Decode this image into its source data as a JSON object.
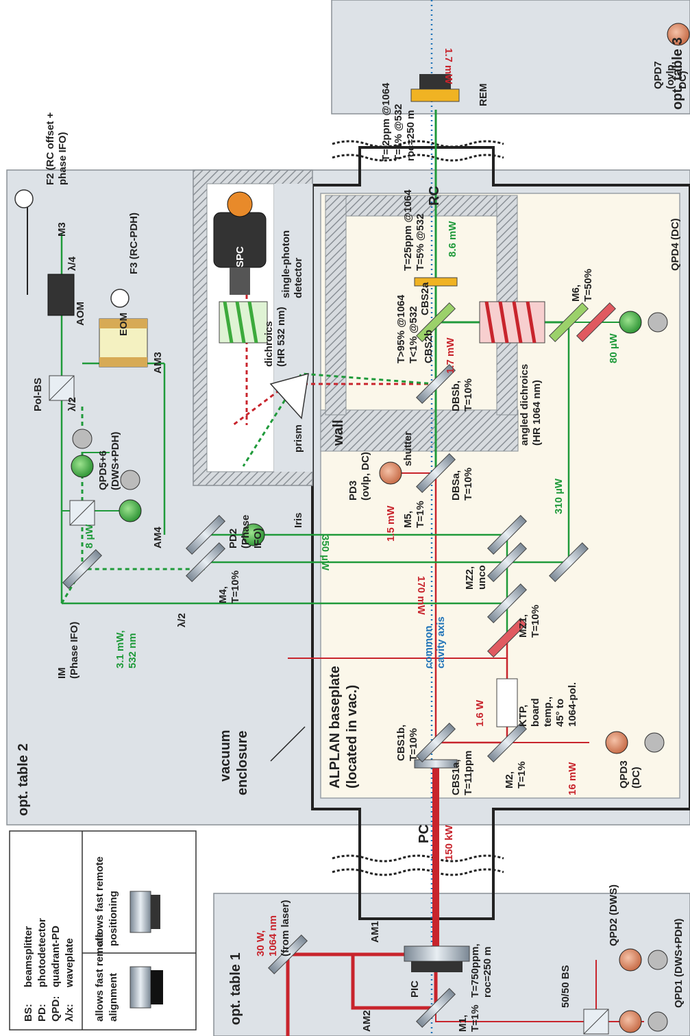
{
  "legend": {
    "abbrev": [
      {
        "key": "BS:",
        "value": "beamsplitter"
      },
      {
        "key": "PD:",
        "value": "photodetector"
      },
      {
        "key": "QPD:",
        "value": "quadrant-PD"
      },
      {
        "key": "λ/x:",
        "value": "waveplate"
      }
    ],
    "align_line1": "allows fast remote",
    "align_line2": "alignment",
    "pos_line1": "allows fast remote",
    "pos_line2": "positioning"
  },
  "tables": {
    "t1": "opt. table 1",
    "t2": "opt. table 2",
    "t3": "opt. table 3"
  },
  "vacuum": {
    "line1": "vacuum",
    "line2": "enclosure"
  },
  "baseplate": {
    "line1": "ALPLAN baseplate",
    "line2": "(located in vac.)"
  },
  "laser": {
    "p1": "30 W,",
    "p2": "1064 nm",
    "p3": "(from laser)"
  },
  "cavity": {
    "pc": "PC",
    "rc": "RC",
    "pc_power": "150 kW",
    "axis1": "common",
    "axis2": "cavity axis"
  },
  "table1": {
    "am1": "AM1",
    "am2": "AM2",
    "pic": "PIC",
    "pic_t": "T=750ppm,",
    "pic_roc": "roc=250 m",
    "m1": "M1,",
    "m1_t": "T=1%",
    "bs5050": "50/50 BS",
    "qpd2": "QPD2 (DWS)",
    "qpd1": "QPD1 (DWS+PDH)"
  },
  "table2": {
    "f2_1": "F2 (RC offset +",
    "f2_2": "phase IFO)",
    "m3": "M3",
    "l4": "λ/4",
    "aom": "AOM",
    "f3": "F3 (RC-PDH)",
    "eom": "EOM",
    "am3": "AM3",
    "polbs": "Pol-BS",
    "l2a": "λ/2",
    "qpd56_1": "QPD5+6",
    "qpd56_2": "(DWS+PDH)",
    "am4": "AM4",
    "pw8": "8 µW",
    "pd2_1": "PD2",
    "pd2_2": "(Phase",
    "pd2_3": "IFO)",
    "iris": "Iris",
    "m4": "M4,",
    "m4_t": "T=10%",
    "im1": "IM",
    "im2": "(Phase IFO)",
    "pw31a": "3.1 mW,",
    "pw31b": "532 nm",
    "l2b": "λ/2"
  },
  "detector": {
    "spc": "SPC",
    "sp1": "single-photon",
    "sp2": "detector",
    "dich1": "dichroics",
    "dich2": "(HR 532 nm)",
    "prism": "prism"
  },
  "baseplate_parts": {
    "wall": "wall",
    "shutter": "shutter",
    "cbs2a": "CBS2a",
    "cbs2a_t1": "T=25ppm @1064",
    "cbs2a_t2": "T=5% @532",
    "cbs2b": "CBS2b",
    "cbs2b_t1": "T>95% @1064",
    "cbs2b_t2": "T<1% @532",
    "pw86": "8.6 mW",
    "pw17b": "1.7 mW",
    "dbsb": "DBSb,",
    "dbsb_t": "T=10%",
    "dbsa": "DBSa,",
    "dbsa_t": "T=10%",
    "ang1": "angled dichroics",
    "ang2": "(HR 1064 nm)",
    "m6": "M6,",
    "m6_t": "T=50%",
    "qpd4": "QPD4 (DC)",
    "pw80": "80 µW",
    "pd3_1": "PD3",
    "pd3_2": "(ovlp, DC)",
    "m5": "M5,",
    "m5_t": "T=1%",
    "pw15": "1.5 mW",
    "pw350": "350 µW",
    "pw310": "310 µW",
    "pw170": "170 mW",
    "mz2": "MZ2,",
    "mz2_t": "unco",
    "mz1": "MZ1,",
    "mz1_t": "T=10%",
    "ktp1": "KTP,",
    "ktp2": "board",
    "ktp3": "temp.,",
    "ktp4": "45° to",
    "ktp5": "1064-pol.",
    "cbs1b": "CBS1b,",
    "cbs1b_t": "T=10%",
    "pw16": "1.6 W",
    "cbs1a": "CBS1a,",
    "cbs1a_t": "T=11ppm",
    "m2": "M2,",
    "m2_t": "T=1%",
    "pw16m": "16 mW",
    "qpd3_1": "QPD3",
    "qpd3_2": "(DC)"
  },
  "table3": {
    "qpd7_1": "QPD7",
    "qpd7_2": "(ovlp,",
    "qpd7_3": "DC)",
    "pw17": "1.7 mW",
    "rem": "REM",
    "rem_t1": "T= 2ppm @1064",
    "rem_t2": "T=1% @532",
    "rem_t3": "roc=250 m"
  },
  "colors": {
    "red": "#c8242c",
    "green": "#1f9a3a",
    "blue": "#1f73b8",
    "table": "#dde2e7",
    "plate": "#fbf7ea"
  }
}
